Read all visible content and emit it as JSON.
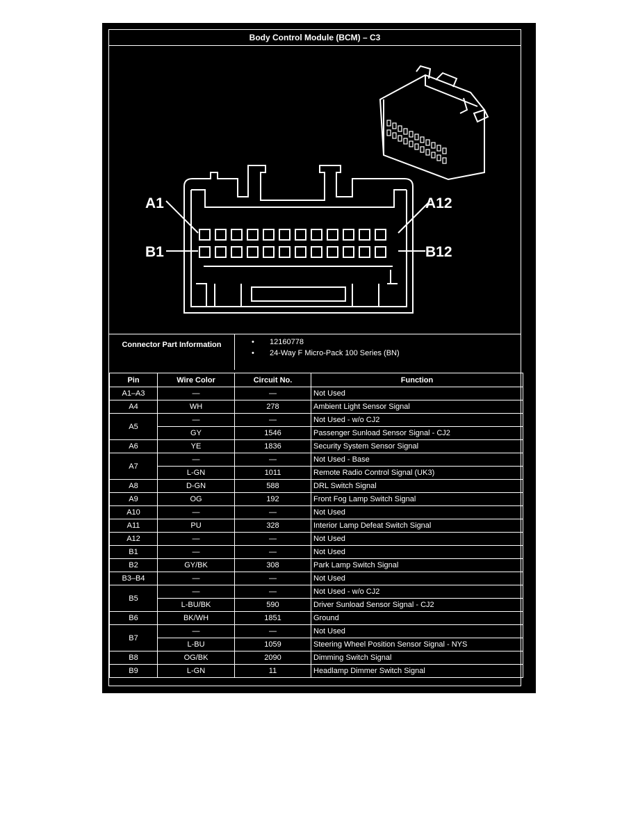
{
  "title": "Body Control Module (BCM) – C3",
  "callouts": {
    "a1": "A1",
    "a12": "A12",
    "b1": "B1",
    "b12": "B12"
  },
  "connector_info": {
    "label": "Connector Part Information",
    "items": [
      "12160778",
      "24-Way F Micro-Pack 100 Series (BN)"
    ]
  },
  "table": {
    "headers": [
      "Pin",
      "Wire Color",
      "Circuit No.",
      "Function"
    ],
    "rows": [
      {
        "pin": "A1–A3",
        "entries": [
          {
            "wire": "—",
            "circuit": "—",
            "function": "Not Used"
          }
        ]
      },
      {
        "pin": "A4",
        "entries": [
          {
            "wire": "WH",
            "circuit": "278",
            "function": "Ambient Light Sensor Signal"
          }
        ]
      },
      {
        "pin": "A5",
        "entries": [
          {
            "wire": "—",
            "circuit": "—",
            "function": "Not Used - w/o CJ2"
          },
          {
            "wire": "GY",
            "circuit": "1546",
            "function": "Passenger Sunload Sensor Signal - CJ2"
          }
        ]
      },
      {
        "pin": "A6",
        "entries": [
          {
            "wire": "YE",
            "circuit": "1836",
            "function": "Security System Sensor Signal"
          }
        ]
      },
      {
        "pin": "A7",
        "entries": [
          {
            "wire": "—",
            "circuit": "—",
            "function": "Not Used - Base"
          },
          {
            "wire": "L-GN",
            "circuit": "1011",
            "function": "Remote Radio Control Signal (UK3)"
          }
        ]
      },
      {
        "pin": "A8",
        "entries": [
          {
            "wire": "D-GN",
            "circuit": "588",
            "function": "DRL Switch Signal"
          }
        ]
      },
      {
        "pin": "A9",
        "entries": [
          {
            "wire": "OG",
            "circuit": "192",
            "function": "Front Fog Lamp Switch Signal"
          }
        ]
      },
      {
        "pin": "A10",
        "entries": [
          {
            "wire": "—",
            "circuit": "—",
            "function": "Not Used"
          }
        ]
      },
      {
        "pin": "A11",
        "entries": [
          {
            "wire": "PU",
            "circuit": "328",
            "function": "Interior Lamp Defeat Switch Signal"
          }
        ]
      },
      {
        "pin": "A12",
        "entries": [
          {
            "wire": "—",
            "circuit": "—",
            "function": "Not Used"
          }
        ]
      },
      {
        "pin": "B1",
        "entries": [
          {
            "wire": "—",
            "circuit": "—",
            "function": "Not Used"
          }
        ]
      },
      {
        "pin": "B2",
        "entries": [
          {
            "wire": "GY/BK",
            "circuit": "308",
            "function": "Park Lamp Switch Signal"
          }
        ]
      },
      {
        "pin": "B3–B4",
        "entries": [
          {
            "wire": "—",
            "circuit": "—",
            "function": "Not Used"
          }
        ]
      },
      {
        "pin": "B5",
        "entries": [
          {
            "wire": "—",
            "circuit": "—",
            "function": "Not Used - w/o CJ2"
          },
          {
            "wire": "L-BU/BK",
            "circuit": "590",
            "function": "Driver Sunload Sensor Signal - CJ2"
          }
        ]
      },
      {
        "pin": "B6",
        "entries": [
          {
            "wire": "BK/WH",
            "circuit": "1851",
            "function": "Ground"
          }
        ]
      },
      {
        "pin": "B7",
        "entries": [
          {
            "wire": "—",
            "circuit": "—",
            "function": "Not Used"
          },
          {
            "wire": "L-BU",
            "circuit": "1059",
            "function": "Steering Wheel Position Sensor Signal - NYS"
          }
        ]
      },
      {
        "pin": "B8",
        "entries": [
          {
            "wire": "OG/BK",
            "circuit": "2090",
            "function": "Dimming Switch Signal"
          }
        ]
      },
      {
        "pin": "B9",
        "entries": [
          {
            "wire": "L-GN",
            "circuit": "11",
            "function": "Headlamp Dimmer Switch Signal"
          }
        ]
      }
    ]
  }
}
